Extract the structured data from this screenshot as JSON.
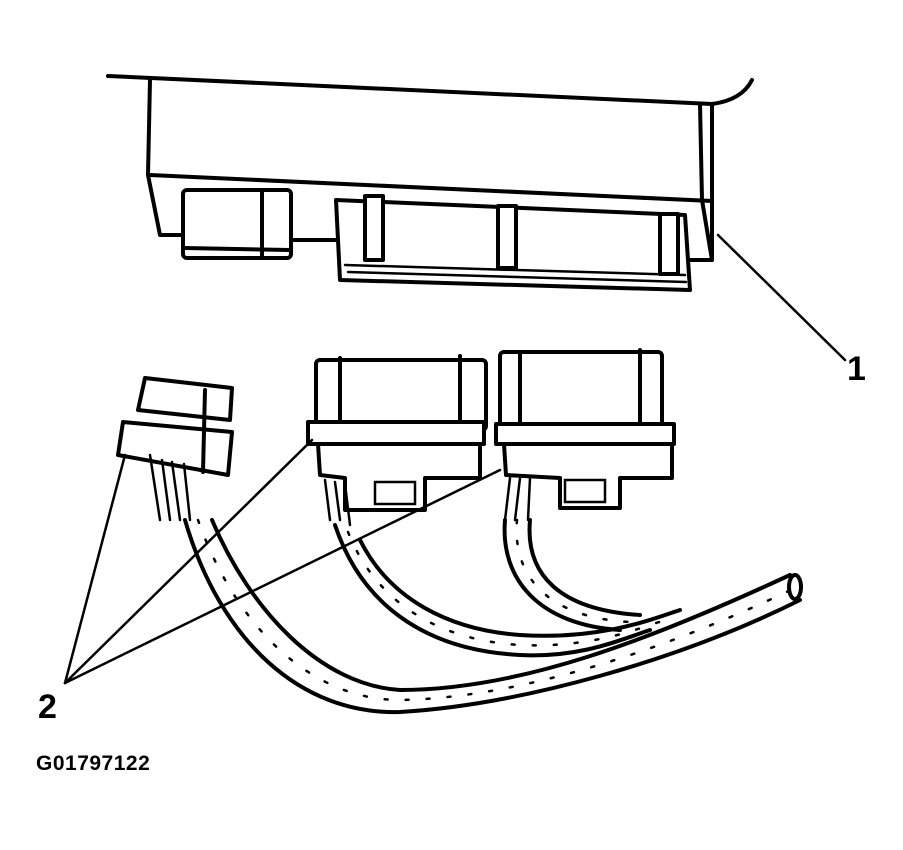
{
  "figure": {
    "id": "G01797122",
    "description": "Control module with three harness connectors disconnected",
    "colors": {
      "line": "#000000",
      "background": "#ffffff"
    }
  },
  "callouts": [
    {
      "number": "1",
      "label_target": "control-module"
    },
    {
      "number": "2",
      "label_target": "harness-connectors"
    }
  ]
}
